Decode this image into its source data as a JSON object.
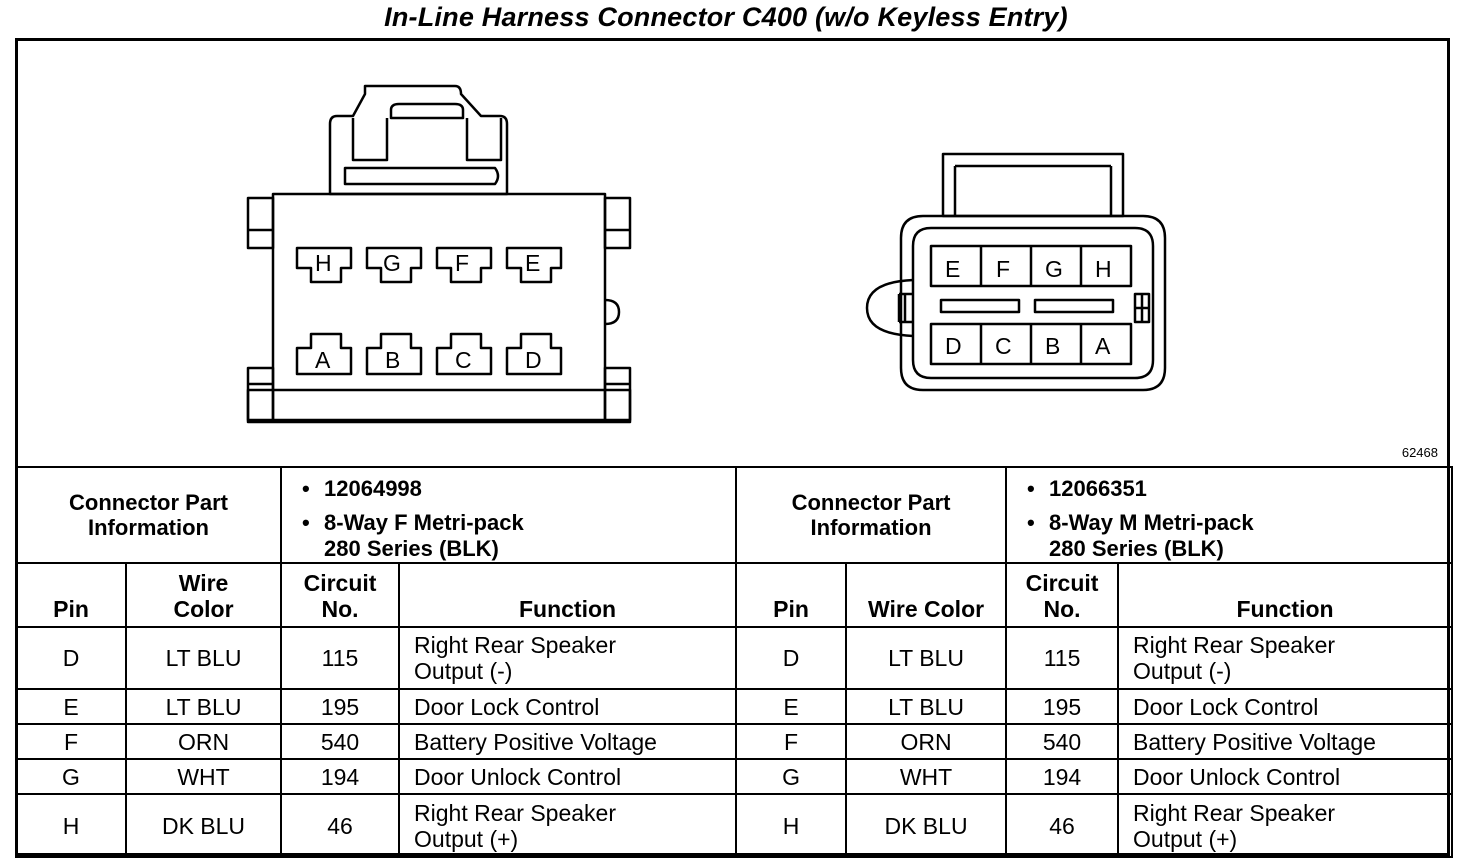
{
  "title": "In-Line Harness Connector C400 (w/o Keyless Entry)",
  "figure_id": "62468",
  "left_connector": {
    "top_row_pins": [
      "H",
      "G",
      "F",
      "E"
    ],
    "bottom_row_pins": [
      "A",
      "B",
      "C",
      "D"
    ]
  },
  "right_connector": {
    "top_row_pins": [
      "E",
      "F",
      "G",
      "H"
    ],
    "bottom_row_pins": [
      "D",
      "C",
      "B",
      "A"
    ]
  },
  "left_part": {
    "label_line1": "Connector Part",
    "label_line2": "Information",
    "part_number": "12064998",
    "desc_line1": "8-Way F Metri-pack",
    "desc_line2": "280 Series (BLK)"
  },
  "right_part": {
    "label_line1": "Connector Part",
    "label_line2": "Information",
    "part_number": "12066351",
    "desc_line1": "8-Way M Metri-pack",
    "desc_line2": "280 Series (BLK)"
  },
  "headers": {
    "pin": "Pin",
    "wire_color_l1": "Wire",
    "wire_color_l2": "Color",
    "wire_color": "Wire Color",
    "circuit_l1": "Circuit",
    "circuit_l2": "No.",
    "function": "Function"
  },
  "rows": [
    {
      "pin": "D",
      "wire": "LT BLU",
      "circuit": "115",
      "func1": "Right Rear Speaker",
      "func2": "Output (-)"
    },
    {
      "pin": "E",
      "wire": "LT BLU",
      "circuit": "195",
      "func1": "Door Lock Control",
      "func2": ""
    },
    {
      "pin": "F",
      "wire": "ORN",
      "circuit": "540",
      "func1": "Battery Positive Voltage",
      "func2": ""
    },
    {
      "pin": "G",
      "wire": "WHT",
      "circuit": "194",
      "func1": "Door Unlock Control",
      "func2": ""
    },
    {
      "pin": "H",
      "wire": "DK BLU",
      "circuit": "46",
      "func1": "Right Rear Speaker",
      "func2": "Output (+)"
    }
  ]
}
